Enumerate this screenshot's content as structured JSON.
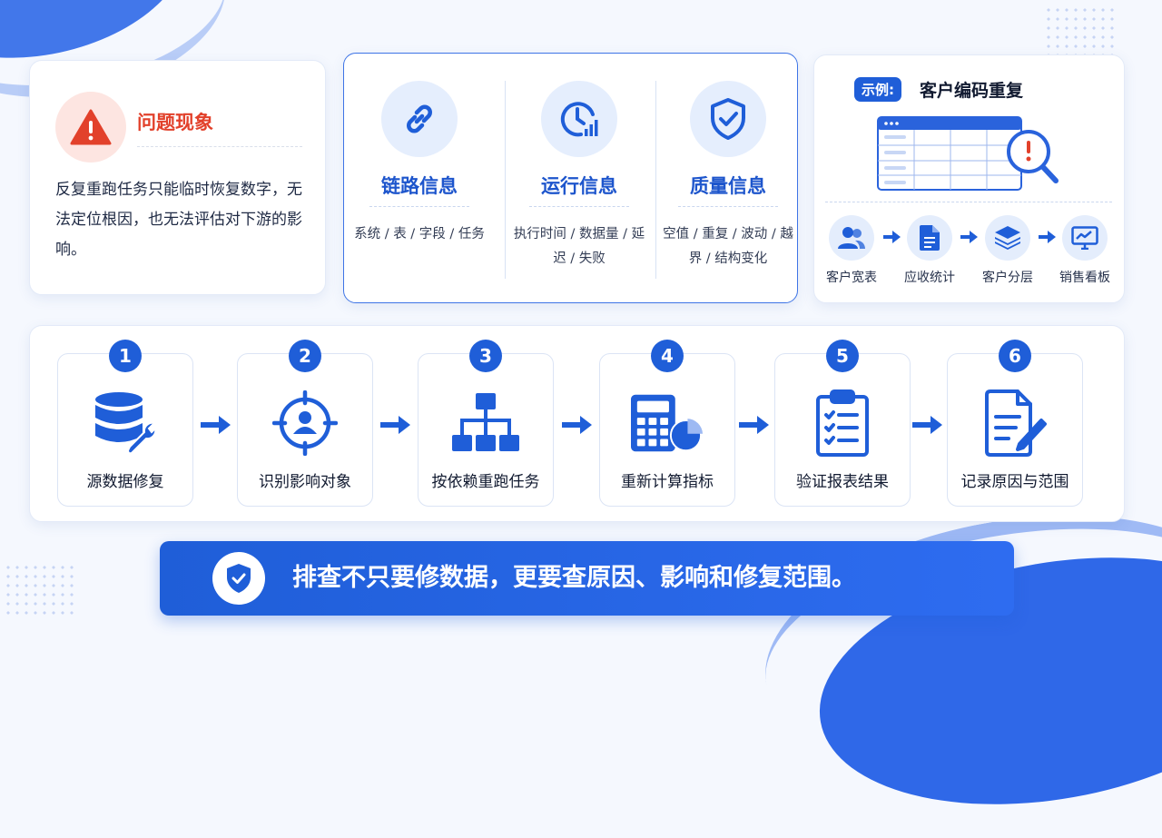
{
  "problem": {
    "title": "问题现象",
    "text": "反复重跑任务只能临时恢复数字，无法定位根因，也无法评估对下游的影响。",
    "accent": "#e2412b",
    "icon": "warning-icon"
  },
  "info": [
    {
      "title": "链路信息",
      "desc": "系统 / 表 / 字段 / 任务",
      "icon": "link-icon"
    },
    {
      "title": "运行信息",
      "desc": "执行时间 / 数据量 / 延迟 / 失败",
      "icon": "clock-chart-icon"
    },
    {
      "title": "质量信息",
      "desc": "空值 / 重复 / 波动 / 越界 / 结构变化",
      "icon": "shield-check-icon"
    }
  ],
  "example": {
    "badge": "示例:",
    "title": "客户编码重复",
    "nodes": [
      {
        "label": "客户宽表",
        "icon": "users-icon"
      },
      {
        "label": "应收统计",
        "icon": "document-icon"
      },
      {
        "label": "客户分层",
        "icon": "layers-icon"
      },
      {
        "label": "销售看板",
        "icon": "dashboard-monitor-icon"
      }
    ]
  },
  "steps": [
    {
      "num": "1",
      "label": "源数据修复",
      "icon": "database-wrench-icon"
    },
    {
      "num": "2",
      "label": "识别影响对象",
      "icon": "target-user-icon"
    },
    {
      "num": "3",
      "label": "按依赖重跑任务",
      "icon": "hierarchy-icon"
    },
    {
      "num": "4",
      "label": "重新计算指标",
      "icon": "calculator-chart-icon"
    },
    {
      "num": "5",
      "label": "验证报表结果",
      "icon": "clipboard-checklist-icon"
    },
    {
      "num": "6",
      "label": "记录原因与范围",
      "icon": "document-edit-icon"
    }
  ],
  "banner": {
    "text": "排查不只要修数据，更要查原因、影响和修复范围。",
    "icon": "shield-check-icon"
  },
  "colors": {
    "primary": "#1f5ed8",
    "light": "#e5eefd",
    "warning": "#e2412b"
  }
}
